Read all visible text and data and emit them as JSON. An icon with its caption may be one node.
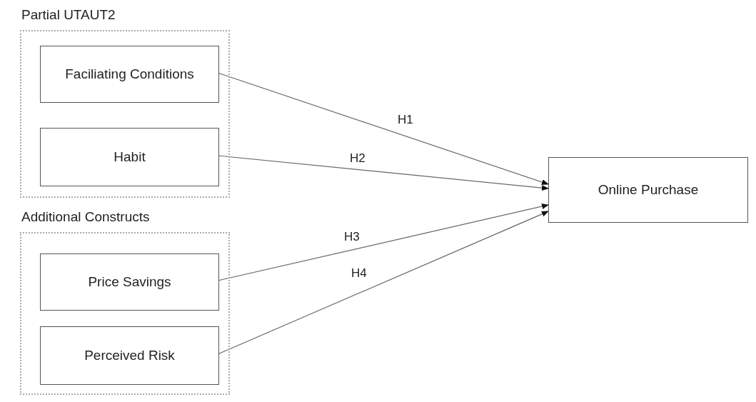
{
  "diagram": {
    "nodes": [
      {
        "text": [
          "Partial UTAUT2"
        ]
      },
      {
        "text": [
          "Faciliating Conditions"
        ],
        "in": 0
      },
      {
        "text": [
          "Habit"
        ],
        "in": 0
      },
      {
        "text": [
          "Additional Constructs"
        ]
      },
      {
        "text": [
          "Price Savings"
        ],
        "in": 3
      },
      {
        "text": [
          "Perceived Risk"
        ],
        "in": 3
      },
      {
        "text": [
          "Online Purchase"
        ]
      }
    ],
    "edges": [
      {
        "from": 1,
        "to": 6,
        "arrow": "to",
        "label": "H1"
      },
      {
        "from": 2,
        "to": 6,
        "arrow": "to",
        "label": "H2"
      },
      {
        "from": 4,
        "to": 6,
        "arrow": "to",
        "label": "H3"
      },
      {
        "from": 5,
        "to": 6,
        "arrow": "to",
        "label": "H4"
      }
    ]
  }
}
